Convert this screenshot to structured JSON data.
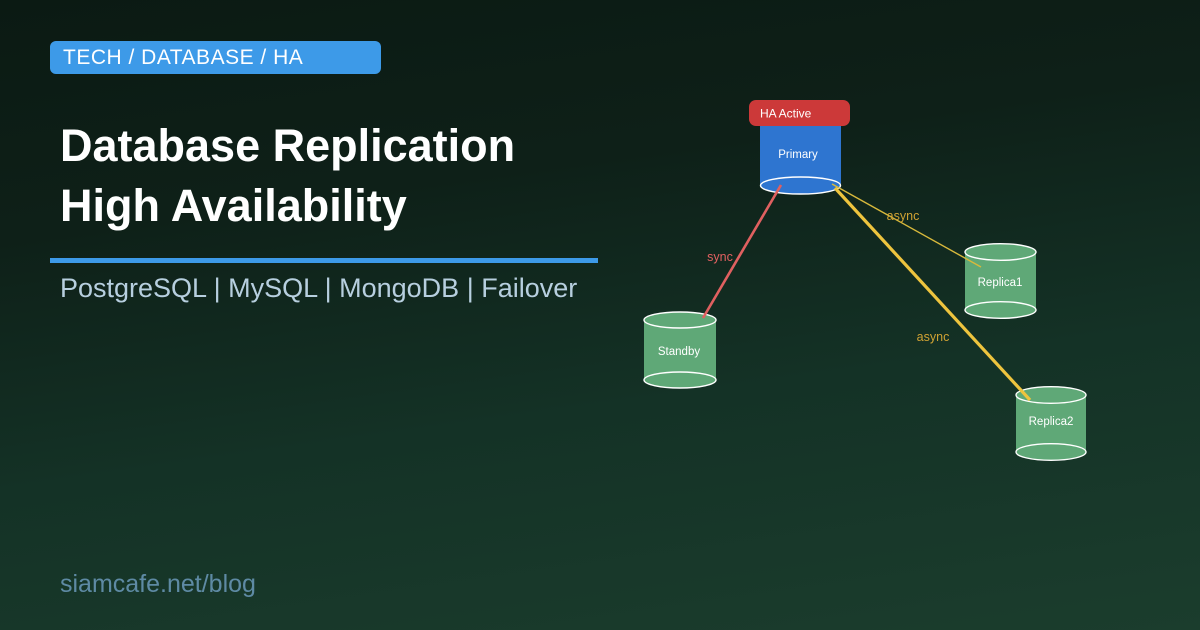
{
  "badge": {
    "label": "TECH / DATABASE / HA",
    "bg": "#3d9ae8"
  },
  "title": {
    "line1": "Database Replication",
    "line2": "High Availability"
  },
  "divider_color": "#3d9ae8",
  "subtitle": "PostgreSQL | MySQL | MongoDB | Failover",
  "footer": "siamcafe.net/blog",
  "colors": {
    "background_top": "#0b1a13",
    "background_bottom": "#1b3d2d",
    "accent_blue": "#3d9ae8",
    "primary_node": "#2e75d0",
    "replica_node": "#5fa877",
    "ha_badge": "#cc3939",
    "sync_edge": "#e06060",
    "async_edge_thin": "#d8b93c",
    "async_edge_thick": "#eec43e",
    "async_label": "#cfa233"
  },
  "diagram": {
    "nodes": [
      {
        "id": "primary",
        "label": "Primary",
        "shape": "cylinder",
        "color": "#2e75d0",
        "status_badge": {
          "label": "HA Active",
          "color": "#cc3939"
        }
      },
      {
        "id": "standby",
        "label": "Standby",
        "shape": "cylinder",
        "color": "#5fa877"
      },
      {
        "id": "replica1",
        "label": "Replica1",
        "shape": "cylinder",
        "color": "#5fa877"
      },
      {
        "id": "replica2",
        "label": "Replica2",
        "shape": "cylinder",
        "color": "#5fa877"
      }
    ],
    "edges": [
      {
        "from": "primary",
        "to": "standby",
        "label": "sync",
        "style": "solid",
        "color": "#e06060"
      },
      {
        "from": "primary",
        "to": "replica1",
        "label": "async",
        "style": "solid-thin",
        "color": "#d8b93c"
      },
      {
        "from": "primary",
        "to": "replica2",
        "label": "async",
        "style": "solid",
        "color": "#eec43e"
      }
    ]
  }
}
